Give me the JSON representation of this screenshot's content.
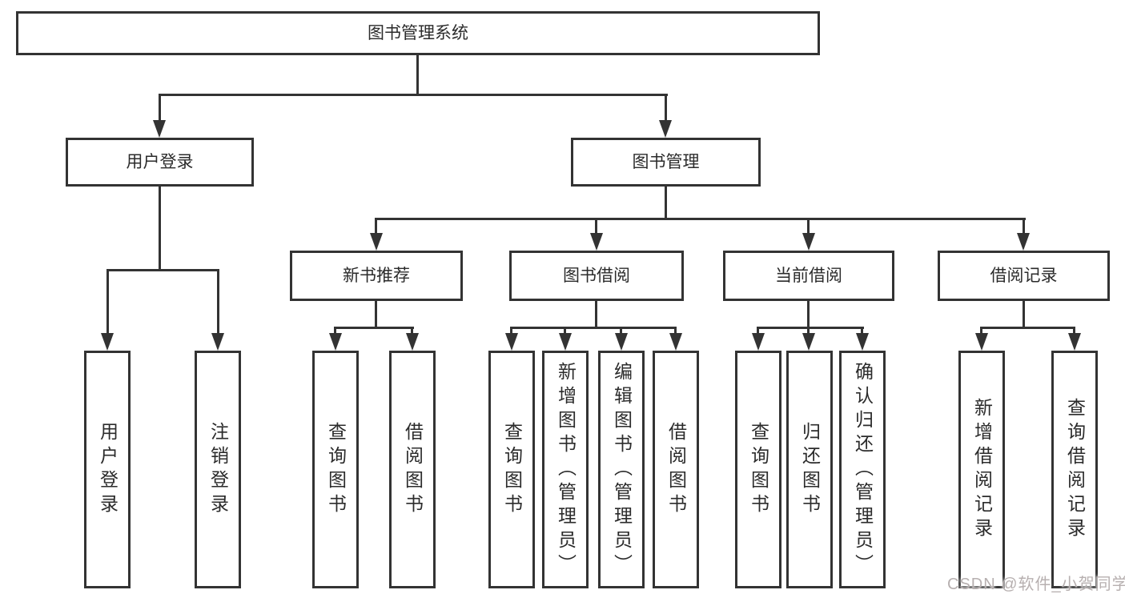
{
  "diagram": {
    "title": "图书管理系统",
    "root": {
      "label": "图书管理系统"
    },
    "branches": [
      {
        "label": "用户登录",
        "children": [
          {
            "label": "用户登录"
          },
          {
            "label": "注销登录"
          }
        ]
      },
      {
        "label": "图书管理",
        "children": [
          {
            "label": "新书推荐",
            "children": [
              {
                "label": "查询图书"
              },
              {
                "label": "借阅图书"
              }
            ]
          },
          {
            "label": "图书借阅",
            "children": [
              {
                "label": "查询图书"
              },
              {
                "label": "新增图书（管理员）"
              },
              {
                "label": "编辑图书（管理员）"
              },
              {
                "label": "借阅图书"
              }
            ]
          },
          {
            "label": "当前借阅",
            "children": [
              {
                "label": "查询图书"
              },
              {
                "label": "归还图书"
              },
              {
                "label": "确认归还（管理员）"
              }
            ]
          },
          {
            "label": "借阅记录",
            "children": [
              {
                "label": "新增借阅记录"
              },
              {
                "label": "查询借阅记录"
              }
            ]
          }
        ]
      }
    ]
  },
  "watermark": {
    "text": "CSDN @软件_小贺同学"
  },
  "colors": {
    "line": "#333333",
    "text": "#2b2b2b",
    "background": "#ffffff",
    "watermark": "#b7b0b0"
  }
}
